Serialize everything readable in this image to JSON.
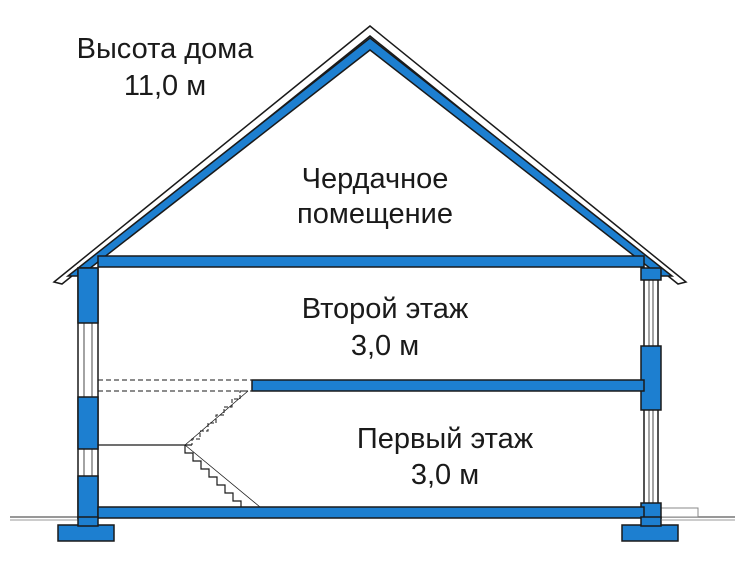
{
  "labels": {
    "house_height_title": "Высота дома",
    "house_height_value": "11,0 м",
    "attic_line1": "Чердачное",
    "attic_line2": "помещение",
    "second_floor_title": "Второй этаж",
    "second_floor_value": "3,0 м",
    "first_floor_title": "Первый этаж",
    "first_floor_value": "3,0 м"
  },
  "colors": {
    "structure_fill": "#1d7fd0",
    "outline": "#1a1a1a",
    "background": "#ffffff"
  }
}
